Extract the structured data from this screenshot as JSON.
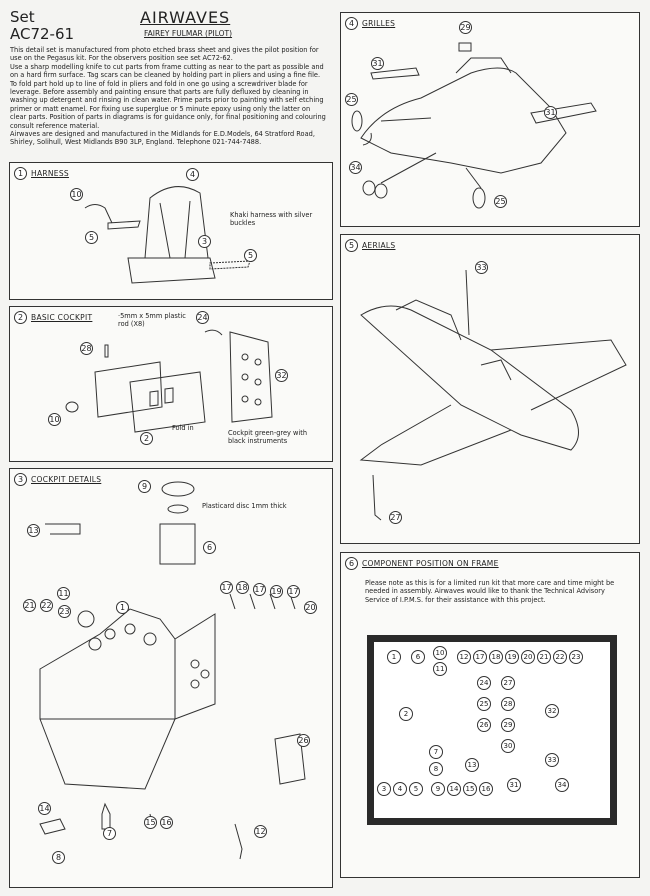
{
  "header": {
    "set_label": "Set",
    "set_code": "AC72-61",
    "brand": "AIRWAVES",
    "subtitle": "FAIREY FULMAR (PILOT)"
  },
  "intro": {
    "paragraphs": [
      "This detail set is manufactured from photo etched brass sheet and gives the pilot position for use on the Pegasus kit. For the observers position see set AC72-62.",
      "Use a sharp modelling knife to cut parts from frame cutting as near to the part as possible and on a hard firm surface. Tag scars can be cleaned by holding part in pliers and using a fine file. To fold part hold up to line of fold in pliers and fold in one go using a screwdriver blade for leverage. Before assembly and painting ensure that parts are fully defluxed by cleaning in washing up detergent and rinsing in clean water. Prime parts prior to painting with self etching primer or matt enamel. For fixing use superglue or 5 minute epoxy using only the latter on clear parts. Position of parts in diagrams is for guidance only, for final positioning and colouring consult reference material.",
      "Airwaves are designed and manufactured in the Midlands for E.D.Models, 64 Stratford Road, Shirley, Solihull, West Midlands B90 3LP, England. Telephone 021-744-7488."
    ]
  },
  "sections": {
    "harness": {
      "num": "1",
      "title": "HARNESS",
      "note": "Khaki harness with silver buckles",
      "callouts": [
        "10",
        "4",
        "5",
        "3",
        "5"
      ]
    },
    "basic_cockpit": {
      "num": "2",
      "title": "BASIC COCKPIT",
      "note_top": "·5mm x 5mm plastic rod (X8)",
      "fold": "Fold in",
      "note": "Cockpit green-grey with black instruments",
      "callouts": [
        "28",
        "24",
        "32",
        "10",
        "2"
      ]
    },
    "cockpit_details": {
      "num": "3",
      "title": "COCKPIT DETAILS",
      "plasticard": "Plasticard disc 1mm thick",
      "callouts": [
        "9",
        "13",
        "6",
        "1",
        "11",
        "21",
        "22",
        "23",
        "17",
        "18",
        "17",
        "19",
        "17",
        "20",
        "26",
        "14",
        "7",
        "15",
        "16",
        "12",
        "8"
      ]
    },
    "grilles": {
      "num": "4",
      "title": "GRILLES",
      "callouts": [
        "29",
        "31",
        "25",
        "31",
        "34",
        "25"
      ]
    },
    "aerials": {
      "num": "5",
      "title": "AERIALS",
      "callouts": [
        "33",
        "27"
      ]
    },
    "frame": {
      "num": "6",
      "title": "COMPONENT POSITION ON FRAME",
      "note": "Please note as this is for a limited run kit that more care and time might be needed in assembly. Airwaves would like to thank the Technical Advisory Service of I.P.M.S. for their assistance with this project.",
      "positions": [
        {
          "n": "1"
        },
        {
          "n": "6"
        },
        {
          "n": "10"
        },
        {
          "n": "11"
        },
        {
          "n": "12"
        },
        {
          "n": "17"
        },
        {
          "n": "18"
        },
        {
          "n": "19"
        },
        {
          "n": "20"
        },
        {
          "n": "21"
        },
        {
          "n": "22"
        },
        {
          "n": "23"
        },
        {
          "n": "24"
        },
        {
          "n": "27"
        },
        {
          "n": "25"
        },
        {
          "n": "28"
        },
        {
          "n": "2"
        },
        {
          "n": "32"
        },
        {
          "n": "26"
        },
        {
          "n": "29"
        },
        {
          "n": "30"
        },
        {
          "n": "7"
        },
        {
          "n": "33"
        },
        {
          "n": "8"
        },
        {
          "n": "13"
        },
        {
          "n": "3"
        },
        {
          "n": "4"
        },
        {
          "n": "5"
        },
        {
          "n": "9"
        },
        {
          "n": "14"
        },
        {
          "n": "15"
        },
        {
          "n": "16"
        },
        {
          "n": "31"
        },
        {
          "n": "34"
        }
      ]
    }
  }
}
